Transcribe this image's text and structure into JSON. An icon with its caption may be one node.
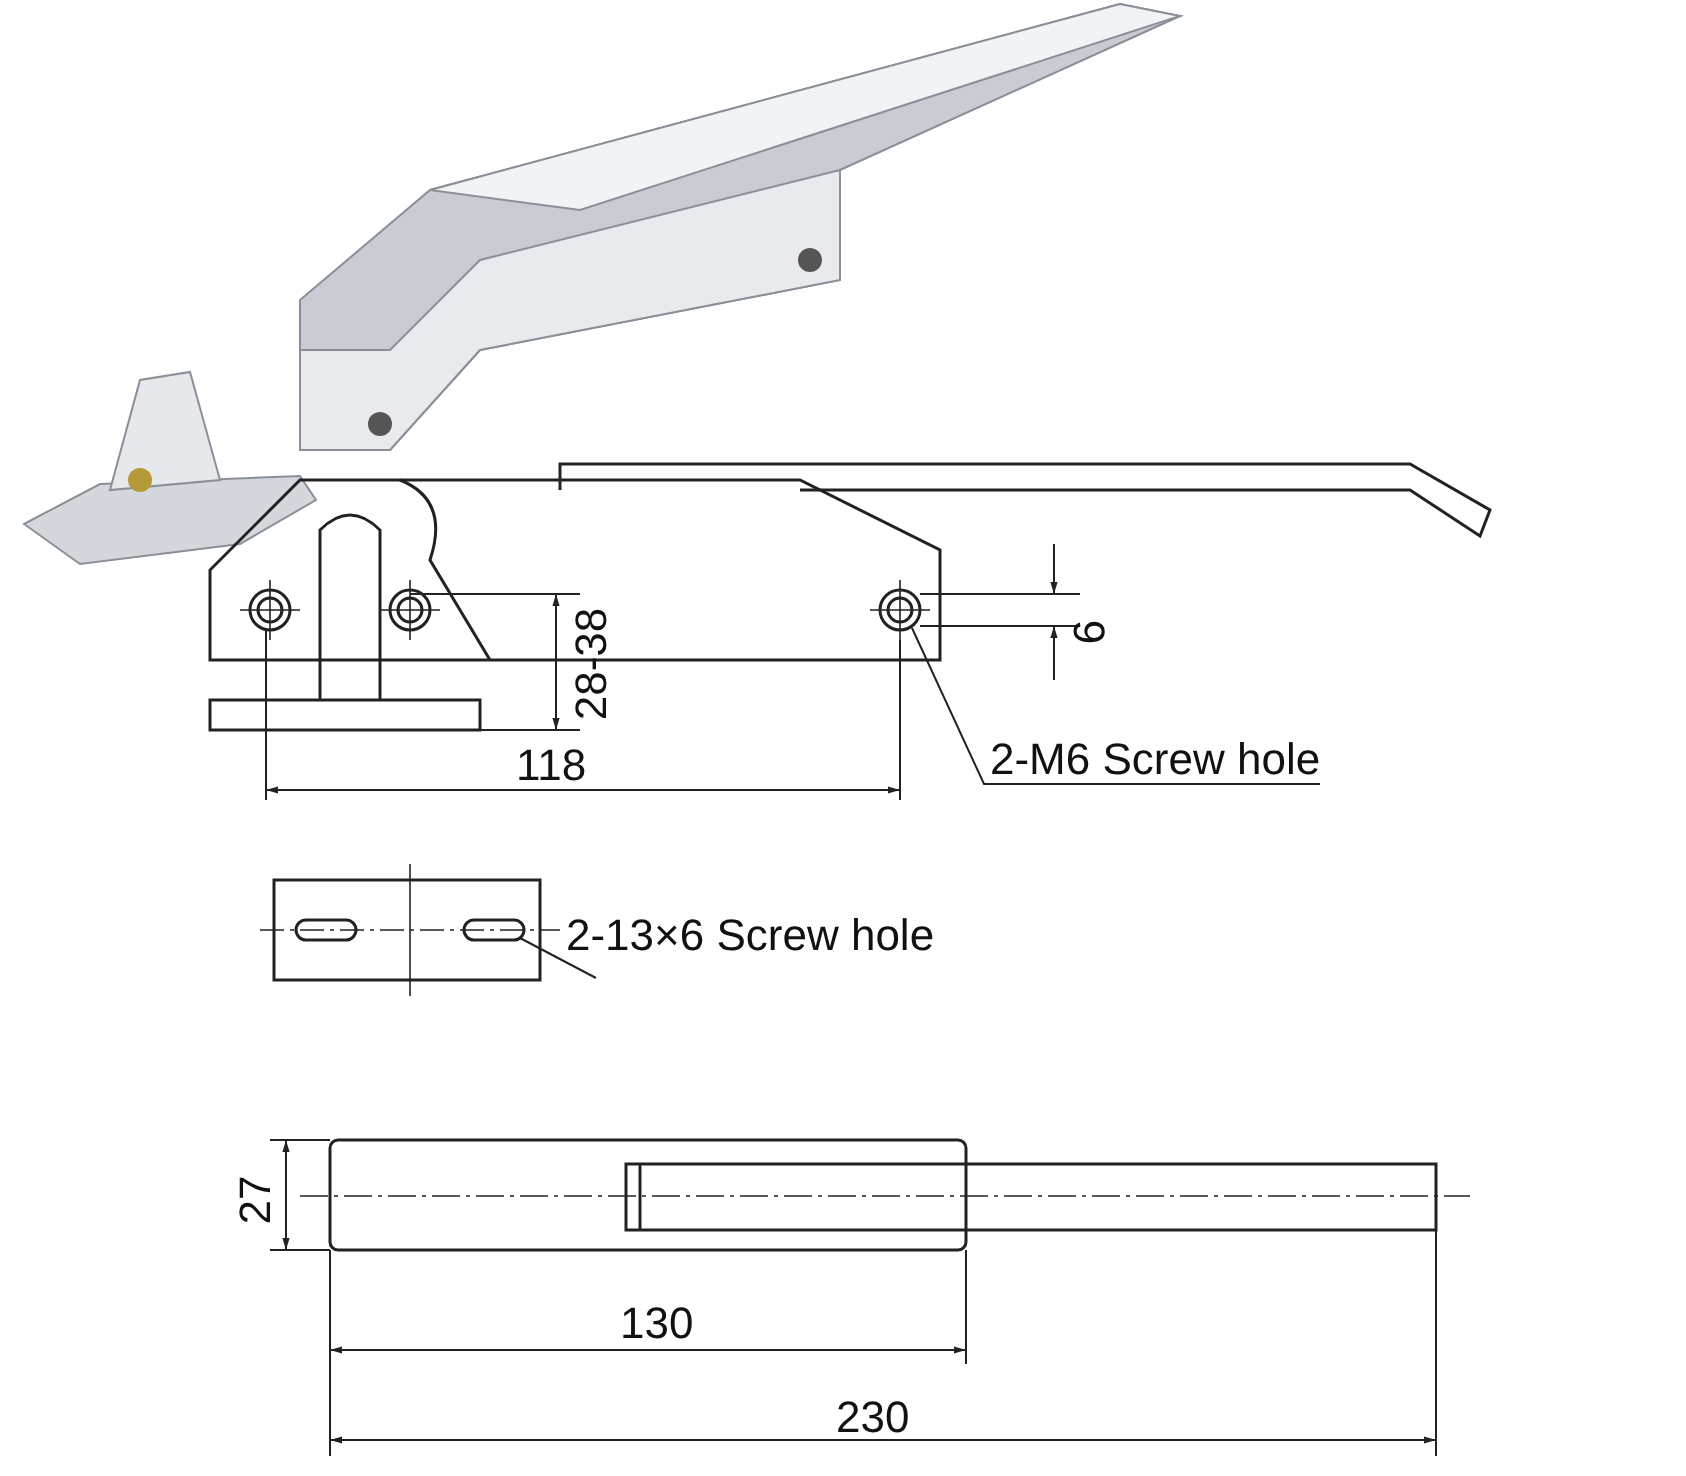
{
  "diagram": {
    "nodes": [
      {
        "text": [
          "2-M6 Screw hole"
        ]
      },
      {
        "text": [],
        "shape": "circle"
      },
      {
        "text": [
          "2-13×6 Screw hole"
        ]
      },
      {
        "text": [],
        "shape": "box"
      }
    ],
    "edges": [
      {
        "from": 0,
        "to": 1,
        "arrow": "none"
      },
      {
        "from": 2,
        "to": 3,
        "arrow": "none"
      }
    ],
    "labels": [
      "9",
      "28-38",
      "118",
      "27",
      "130",
      "230"
    ]
  }
}
